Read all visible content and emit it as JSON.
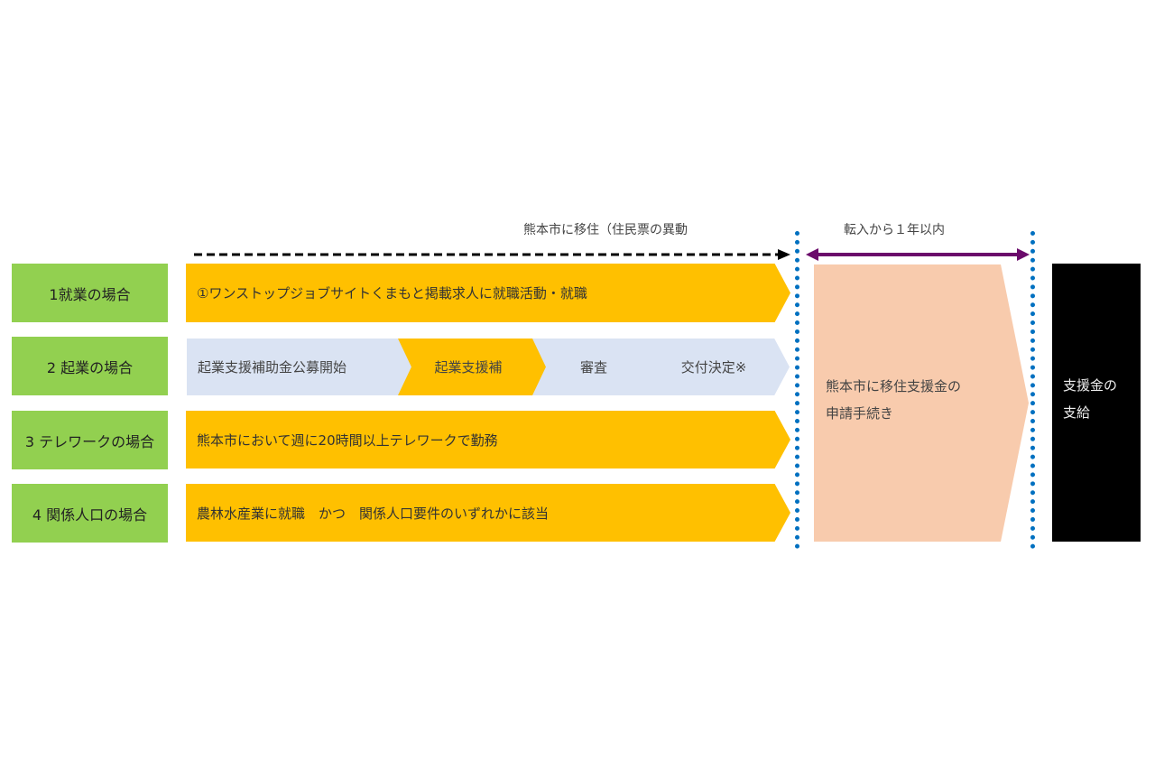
{
  "header": {
    "relocation_label": "熊本市に移住（住民票の異動",
    "period_label": "転入から１年以内"
  },
  "cases": [
    {
      "label": "1就業の場合",
      "description": "①ワンストップジョブサイトくまもと掲載求人に就職活動・就職"
    },
    {
      "label": "2 起業の場合",
      "steps": [
        "起業支援補助金公募開始",
        "起業支援補",
        "審査",
        "交付決定※"
      ]
    },
    {
      "label": "3 テレワークの場合",
      "description": "熊本市において週に20時間以上テレワークで勤務"
    },
    {
      "label": "4 関係人口の場合",
      "description": "農林水産業に就職　かつ　関係人口要件のいずれかに該当"
    }
  ],
  "application": {
    "line1": "熊本市に移住支援金の",
    "line2": "申請手続き"
  },
  "payment": {
    "line1": "支援金の",
    "line2": "支給"
  },
  "colors": {
    "green": "#92D050",
    "orange": "#FFC000",
    "lightblue": "#DAE3F3",
    "peach": "#F8CBAD",
    "blue": "#0070C0",
    "purple": "#6B0A6B"
  }
}
